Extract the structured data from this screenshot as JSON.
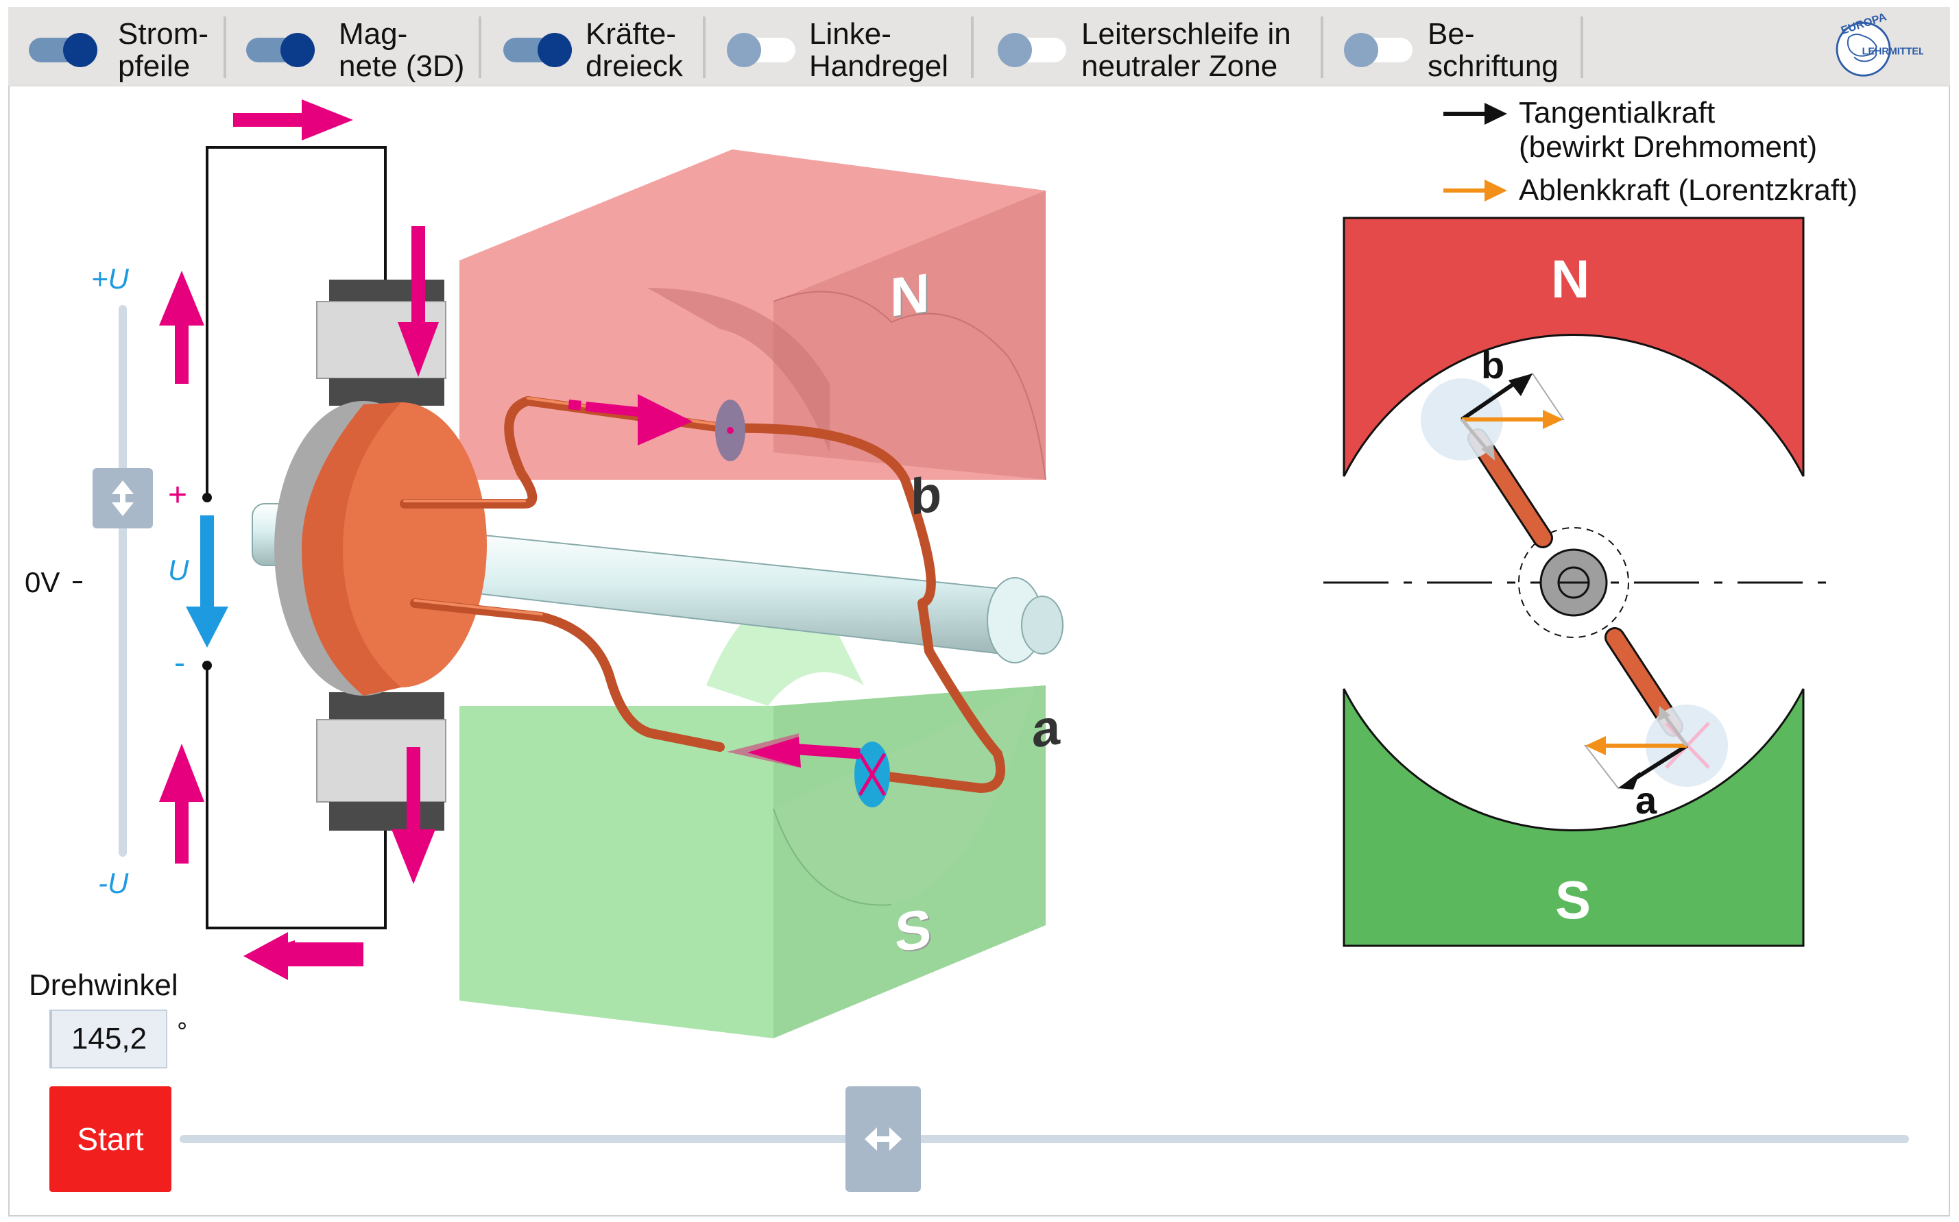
{
  "toolbar": {
    "toggles": [
      {
        "label": "Strom-\npfeile",
        "on": true
      },
      {
        "label": "Mag-\nnete (3D)",
        "on": true
      },
      {
        "label": "Kräfte-\ndreieck",
        "on": true
      },
      {
        "label": "Linke-\nHandregel",
        "on": false
      },
      {
        "label": "Leiterschleife in\nneutraler Zone",
        "on": false
      },
      {
        "label": "Be-\nschriftung",
        "on": false
      }
    ],
    "logo_top": "EUROPA",
    "logo_bottom": "LEHRMITTEL"
  },
  "voltage": {
    "plus_u": "+U",
    "minus_u": "-U",
    "zero": "0V",
    "u": "U",
    "plus": "+",
    "minus": "-"
  },
  "scene": {
    "north": "N",
    "south": "S",
    "label_a": "a",
    "label_b": "b"
  },
  "legend": {
    "tangential": "Tangentialkraft",
    "tangential_note": "(bewirkt Drehmoment)",
    "lorentz": "Ablenkkraft (Lorentzkraft)"
  },
  "angle": {
    "label": "Drehwinkel",
    "value": "145,2",
    "unit": "°"
  },
  "controls": {
    "start": "Start"
  },
  "colors": {
    "current_arrow": "#e6007e",
    "voltage": "#1e9be0",
    "north": "#e54a4a",
    "south": "#5cb85c",
    "tangential": "#000000",
    "lorentz": "#f39019",
    "start": "#f21f1f"
  }
}
